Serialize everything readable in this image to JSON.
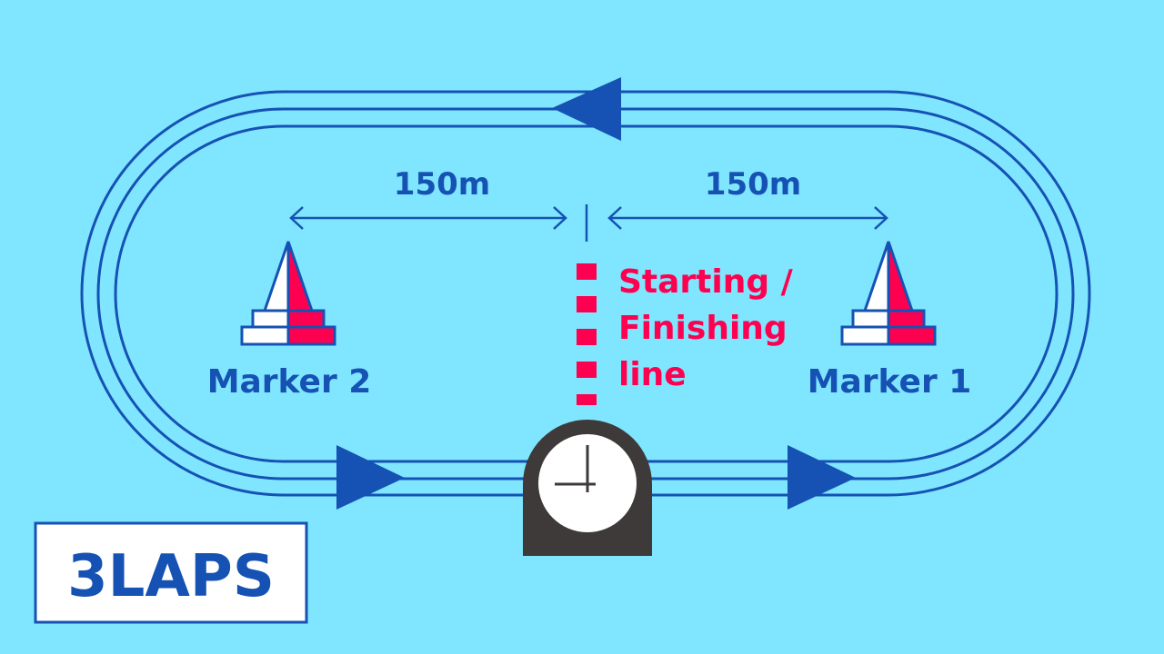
{
  "distances": {
    "left": "150m",
    "right": "150m"
  },
  "markers": {
    "left": "Marker 2",
    "right": "Marker 1"
  },
  "start_line": {
    "line1": "Starting /",
    "line2": "Finishing",
    "line3": "line"
  },
  "laps_label": "3LAPS",
  "colors": {
    "background": "#80e5fe",
    "track": "#1552b4",
    "accent": "#fe0050",
    "clock": "#3e3a39"
  }
}
